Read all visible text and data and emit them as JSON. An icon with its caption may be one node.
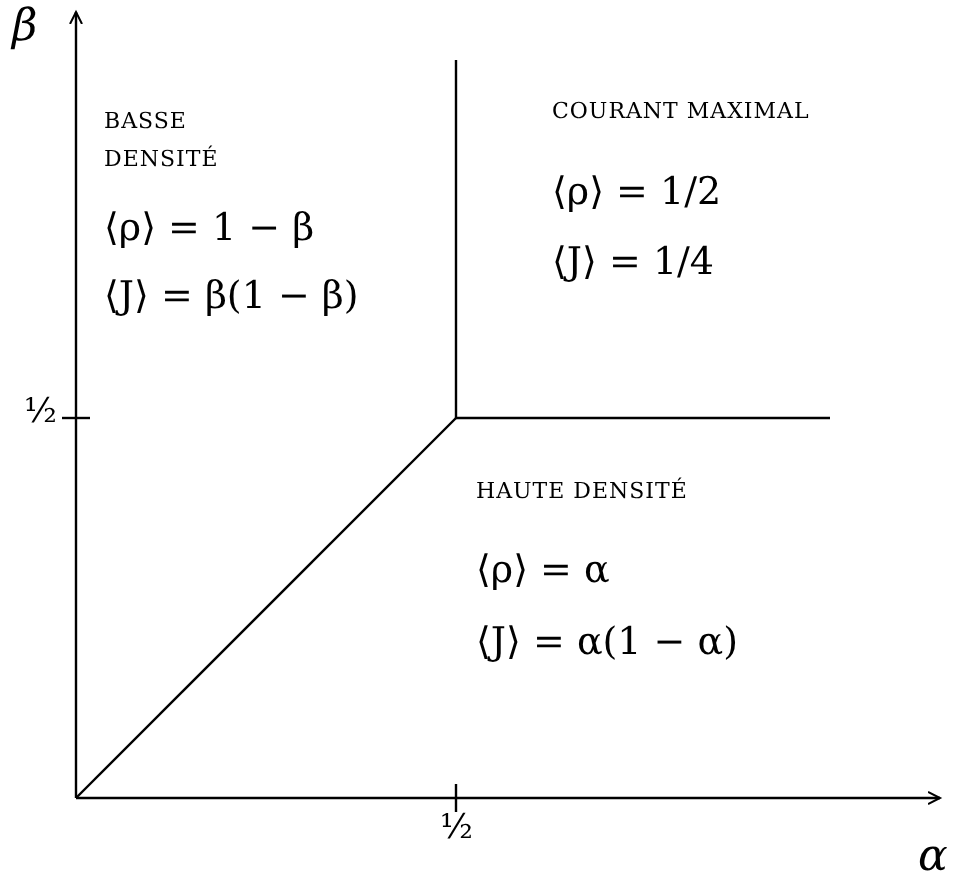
{
  "diagram": {
    "labels": [
      "β",
      "BASSE DENSITÉ",
      "⟨ρ⟩ = 1 − β",
      "⟨J⟩ = β(1 − β)",
      "COURANT MAXIMAL",
      "⟨ρ⟩ = 1/2",
      "⟨J⟩ = 1/4",
      "½",
      "HAUTE DENSITÉ",
      "⟨ρ⟩ = α",
      "⟨J⟩ = α(1 − α)",
      "½",
      "α"
    ]
  }
}
